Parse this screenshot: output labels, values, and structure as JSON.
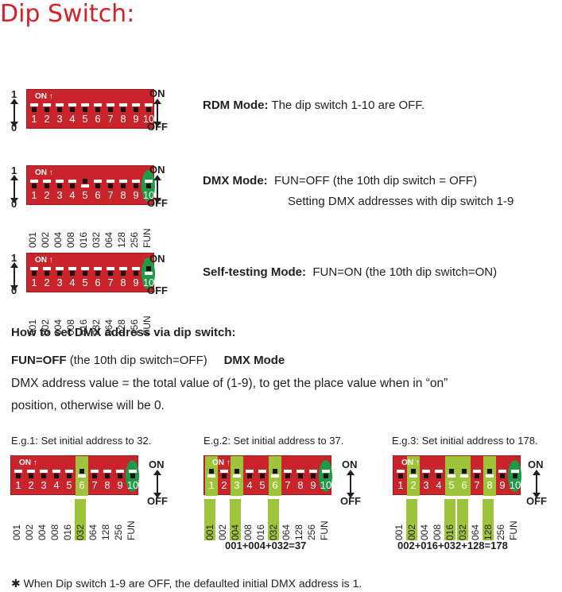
{
  "title": "Dip Switch:",
  "switch": {
    "on_text": "ON",
    "numbers": [
      "1",
      "2",
      "3",
      "4",
      "5",
      "6",
      "7",
      "8",
      "9",
      "10"
    ],
    "values": [
      "001",
      "002",
      "004",
      "008",
      "016",
      "032",
      "064",
      "128",
      "256",
      "FUN"
    ],
    "left_top": "1",
    "left_bottom": "0",
    "right_top": "ON",
    "right_bottom": "OFF"
  },
  "rows": [
    {
      "mode_label": "RDM Mode:",
      "line1": "The dip switch 1-10 are OFF.",
      "line2": "",
      "positions": [
        0,
        0,
        0,
        0,
        0,
        0,
        0,
        0,
        0,
        0
      ],
      "oval": false,
      "highlight": [],
      "values_shown": false
    },
    {
      "mode_label": "DMX Mode:",
      "line1": "FUN=OFF (the 10th dip switch = OFF)",
      "line2": "Setting DMX addresses with dip switch 1-9",
      "positions": [
        0,
        0,
        0,
        0,
        1,
        0,
        0,
        0,
        0,
        0
      ],
      "oval": true,
      "highlight": [],
      "values_shown": true
    },
    {
      "mode_label": "Self-testing Mode:",
      "line1": "FUN=ON (the 10th dip switch=ON)",
      "line2": "",
      "positions": [
        0,
        0,
        0,
        0,
        0,
        0,
        0,
        0,
        0,
        1
      ],
      "oval": true,
      "highlight": [],
      "values_shown": true
    }
  ],
  "howto": {
    "heading": "How to set DMX address via dip switch:",
    "fun_bold": "FUN=OFF",
    "fun_rest": "(the 10th dip switch=OFF)",
    "dmx_mode": "DMX Mode",
    "para1": "DMX address value = the total value of (1-9), to get the place value when in “on”",
    "para2": "position, otherwise will be 0."
  },
  "examples": [
    {
      "caption": "E.g.1: Set initial address to 32.",
      "positions": [
        0,
        0,
        0,
        0,
        0,
        1,
        0,
        0,
        0,
        0
      ],
      "highlight": [
        5
      ],
      "sum": ""
    },
    {
      "caption": "E.g.2: Set initial address to 37.",
      "positions": [
        1,
        0,
        1,
        0,
        0,
        1,
        0,
        0,
        0,
        0
      ],
      "highlight": [
        0,
        2,
        5
      ],
      "sum": "001+004+032=37"
    },
    {
      "caption": "E.g.3: Set initial address to 178.",
      "positions": [
        0,
        1,
        0,
        0,
        1,
        1,
        0,
        1,
        0,
        0
      ],
      "highlight": [
        1,
        4,
        5,
        7
      ],
      "sum": "002+016+032+128=178"
    }
  ],
  "footnote": "✱ When Dip switch 1-9 are OFF, the defaulted initial DMX address is 1."
}
